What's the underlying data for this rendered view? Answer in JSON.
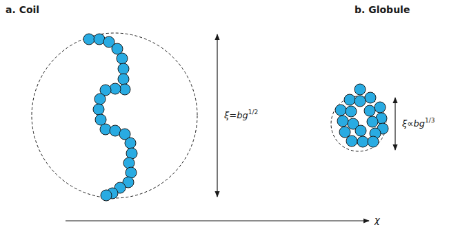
{
  "diagram": {
    "labels": [
      "a. Coil",
      "b. Globule",
      "ξ=bg1/2",
      "ξ∝bg1/3",
      "χ"
    ]
  }
}
